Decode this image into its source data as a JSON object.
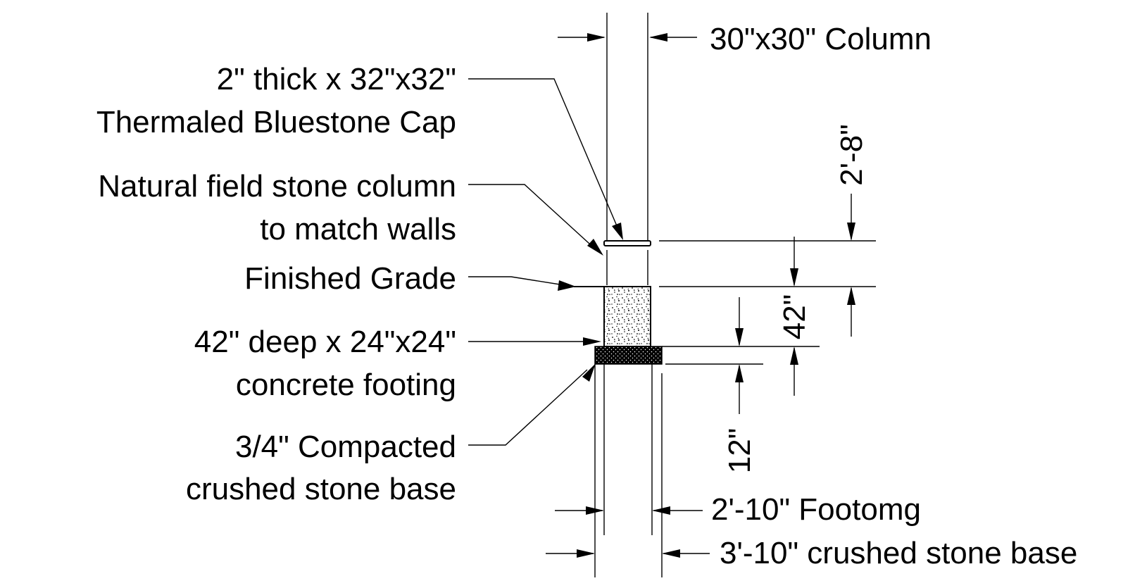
{
  "colors": {
    "ink": "#000000",
    "background": "#ffffff"
  },
  "labels": {
    "column": "30\"x30\" Column",
    "cap_line1": "2\" thick x 32\"x32\"",
    "cap_line2": "Thermaled Bluestone Cap",
    "stone_line1": "Natural field stone column",
    "stone_line2": "to match walls",
    "grade": "Finished Grade",
    "footing_line1": "42\" deep x 24\"x24\"",
    "footing_line2": "concrete footing",
    "base_line1": "3/4\" Compacted",
    "base_line2": "crushed stone base",
    "footing_width": "2'-10\" Footomg",
    "base_width": "3'-10\" crushed stone base"
  },
  "dimensions": {
    "column_height": "2'-8\"",
    "footing_depth": "42\"",
    "base_depth": "12\""
  }
}
